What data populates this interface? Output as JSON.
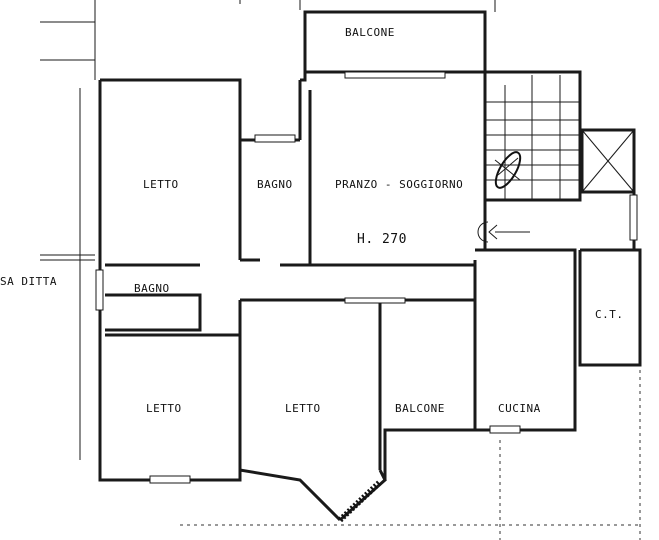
{
  "rooms": {
    "balcone_top": "BALCONE",
    "letto_1": "LETTO",
    "bagno_1": "BAGNO",
    "pranzo": "PRANZO - SOGGIORNO",
    "height": "H. 270",
    "bagno_2": "BAGNO",
    "letto_2": "LETTO",
    "letto_3": "LETTO",
    "balcone_bottom": "BALCONE",
    "cucina": "CUCINA",
    "ct": "C.T."
  },
  "edge_text": {
    "left": "SA DITTA"
  }
}
